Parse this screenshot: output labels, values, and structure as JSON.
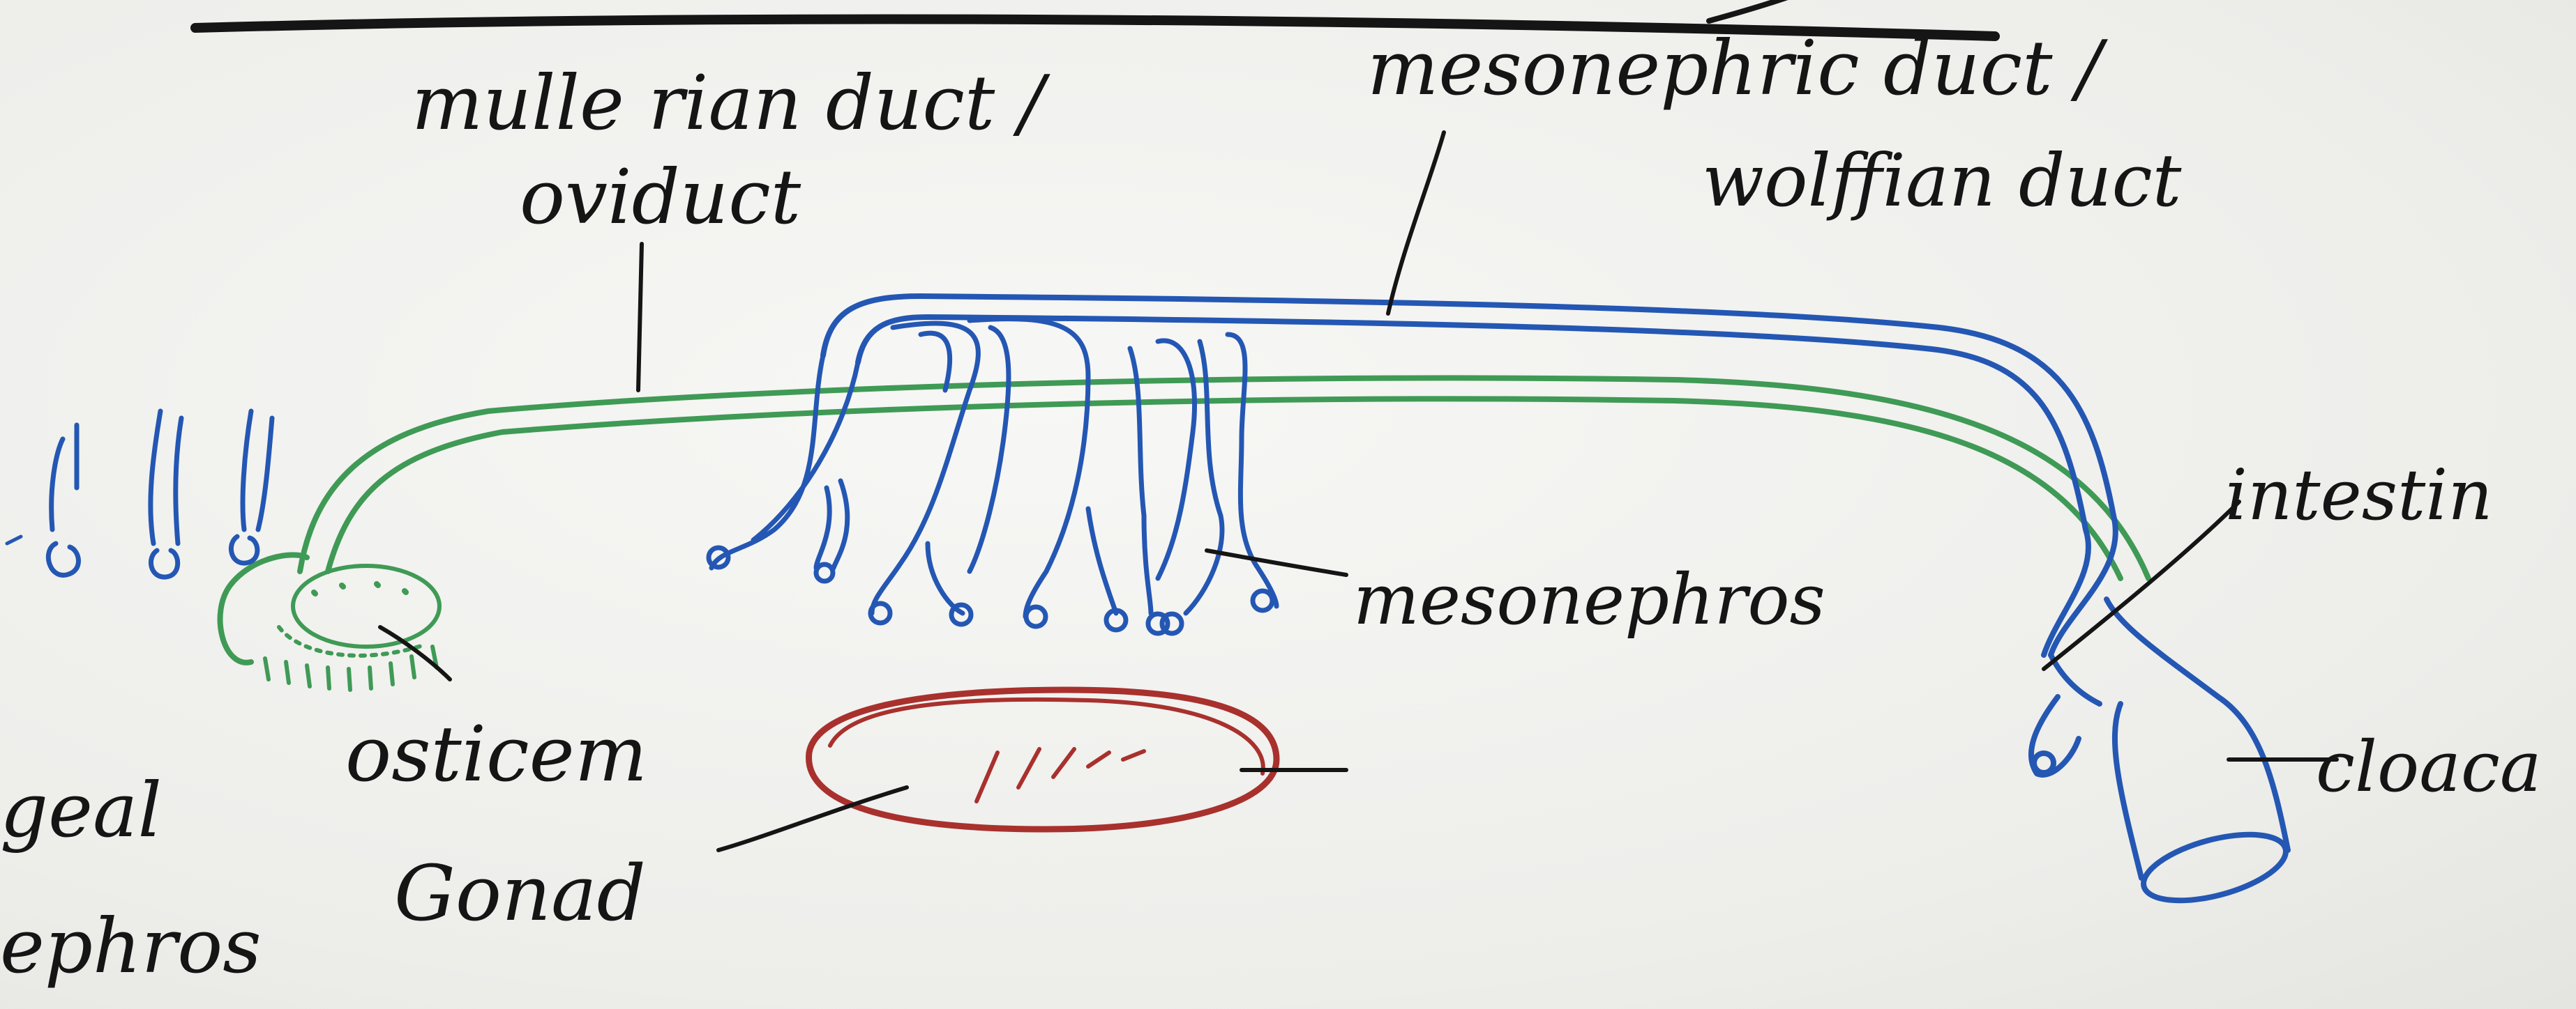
{
  "labels": {
    "mullerian_duct": "mulle rian duct /",
    "oviduct": "oviduct",
    "mesonephric_duct": "mesonephric duct /",
    "wolffian_duct": "wolffian duct",
    "intestine": "intestin",
    "mesonephros": "mesonephros",
    "osticem": "osticem",
    "gonad": "Gonad",
    "cloaca": "cloaca",
    "left_word_1": "geal",
    "left_word_2": "ephros"
  },
  "colors": {
    "mullerian": "#3f9a55",
    "mesonephric": "#2457b3",
    "gonad": "#a8312d",
    "ink": "#151515"
  }
}
